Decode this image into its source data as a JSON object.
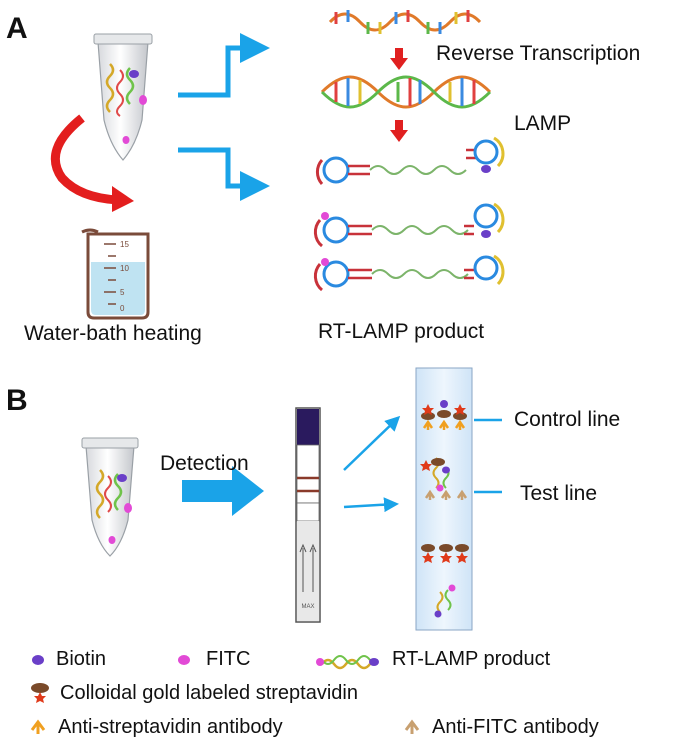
{
  "panel_a": {
    "letter": "A",
    "step_reverse_transcription": "Reverse Transcription",
    "step_lamp": "LAMP",
    "heating_label": "Water-bath heating",
    "product_label": "RT-LAMP product",
    "beaker_ticks": [
      "15",
      "10",
      "5",
      "0"
    ]
  },
  "panel_b": {
    "letter": "B",
    "detection_label": "Detection",
    "control_line_label": "Control line",
    "test_line_label": "Test line",
    "strip_max_label": "MAX"
  },
  "legend": {
    "biotin": "Biotin",
    "fitc": "FITC",
    "rt_lamp_product": "RT-LAMP product",
    "colloidal_gold": "Colloidal gold labeled streptavidin",
    "anti_streptavidin": "Anti-streptavidin antibody",
    "anti_fitc": "Anti-FITC antibody"
  },
  "colors": {
    "arrow_blue": "#1aa3e8",
    "down_arrow_red": "#e02020",
    "curved_arrow_red": "#e31e1e",
    "biotin_purple": "#6a3fc8",
    "fitc_magenta": "#e24ad6",
    "strip_dark": "#2a1a5e",
    "test_line_brown": "#8a3a2a",
    "gold_brown": "#7a4a2a",
    "antibody_orange": "#f0a020",
    "antibody_tan": "#c8a070",
    "water": "#bfe3f2"
  }
}
